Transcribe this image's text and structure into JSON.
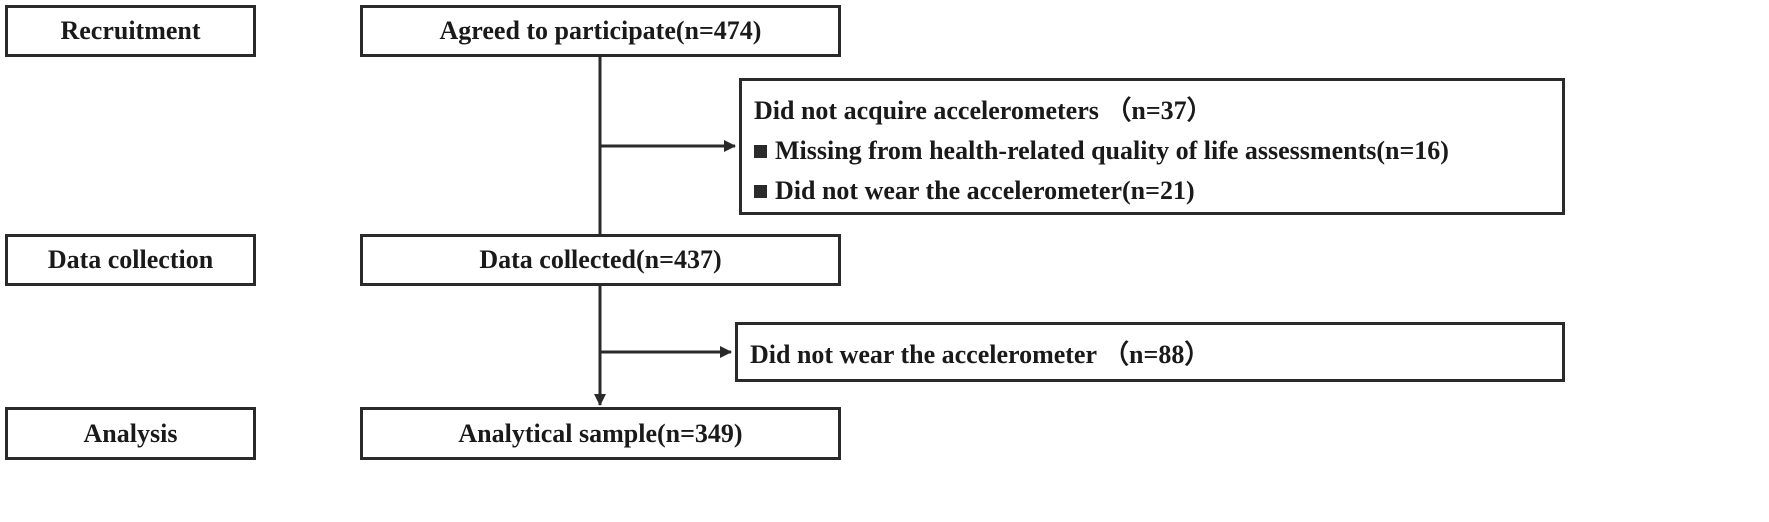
{
  "stages": {
    "recruitment": "Recruitment",
    "data_collection": "Data collection",
    "analysis": "Analysis"
  },
  "flow": {
    "agreed": "Agreed to participate(n=474)",
    "collected": "Data collected(n=437)",
    "sample": "Analytical sample(n=349)"
  },
  "exclusions": {
    "first": {
      "title": "Did not acquire accelerometers （n=37）",
      "items": [
        " Missing from health-related quality of life assessments(n=16)",
        "Did not wear the accelerometer(n=21)"
      ]
    },
    "second": {
      "title": "Did not wear the accelerometer （n=88）"
    }
  },
  "colors": {
    "stroke": "#2a2a2a",
    "text": "#1a1a1a",
    "background": "#ffffff"
  }
}
